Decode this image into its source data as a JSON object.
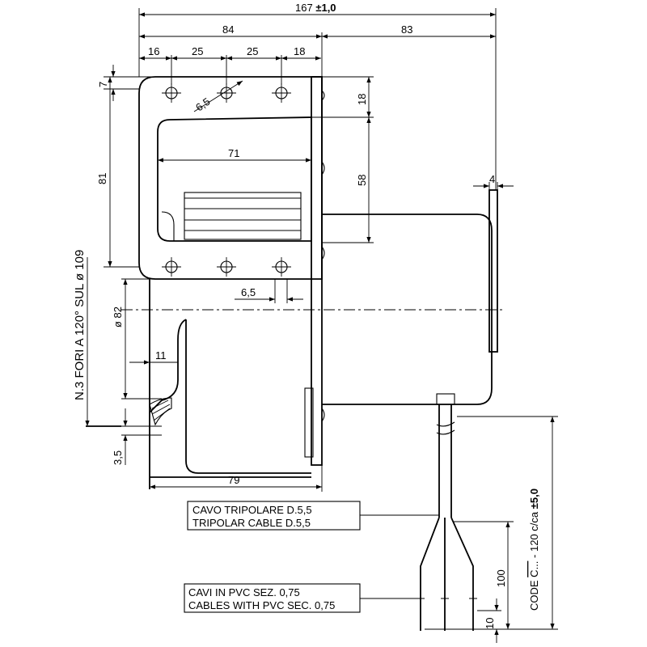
{
  "dimensions": {
    "overall_length": "167",
    "overall_tolerance": "±1,0",
    "flange_length": "84",
    "motor_length": "83",
    "hole_spacing": [
      "16",
      "25",
      "25",
      "18"
    ],
    "flange_top_offset": "7",
    "hole_diameter_top": "6,5",
    "flange_height": "81",
    "outlet_width": "71",
    "upper_offset": "18",
    "outlet_height": "58",
    "cap_thickness": "4",
    "hole_diameter_bottom": "6,5",
    "spigot_diameter": "ø 82",
    "spigot_depth": "11",
    "wall_thickness": "3,5",
    "housing_depth": "79",
    "wire_strip_length": "100",
    "wire_end_length": "10"
  },
  "notes": {
    "mounting_holes": "N.3 FORI A 120° SUL ø 109",
    "cable_code": "CODE",
    "cable_code_mark": "C...",
    "cable_code_length": "- 120 c/ca",
    "cable_code_tolerance": "±5,0"
  },
  "labels": {
    "cable_line1": "CAVO TRIPOLARE D.5,5",
    "cable_line2": "TRIPOLAR CABLE D.5,5",
    "wires_line1": "CAVI IN PVC SEZ. 0,75",
    "wires_line2": "CABLES WITH PVC SEC. 0,75"
  }
}
